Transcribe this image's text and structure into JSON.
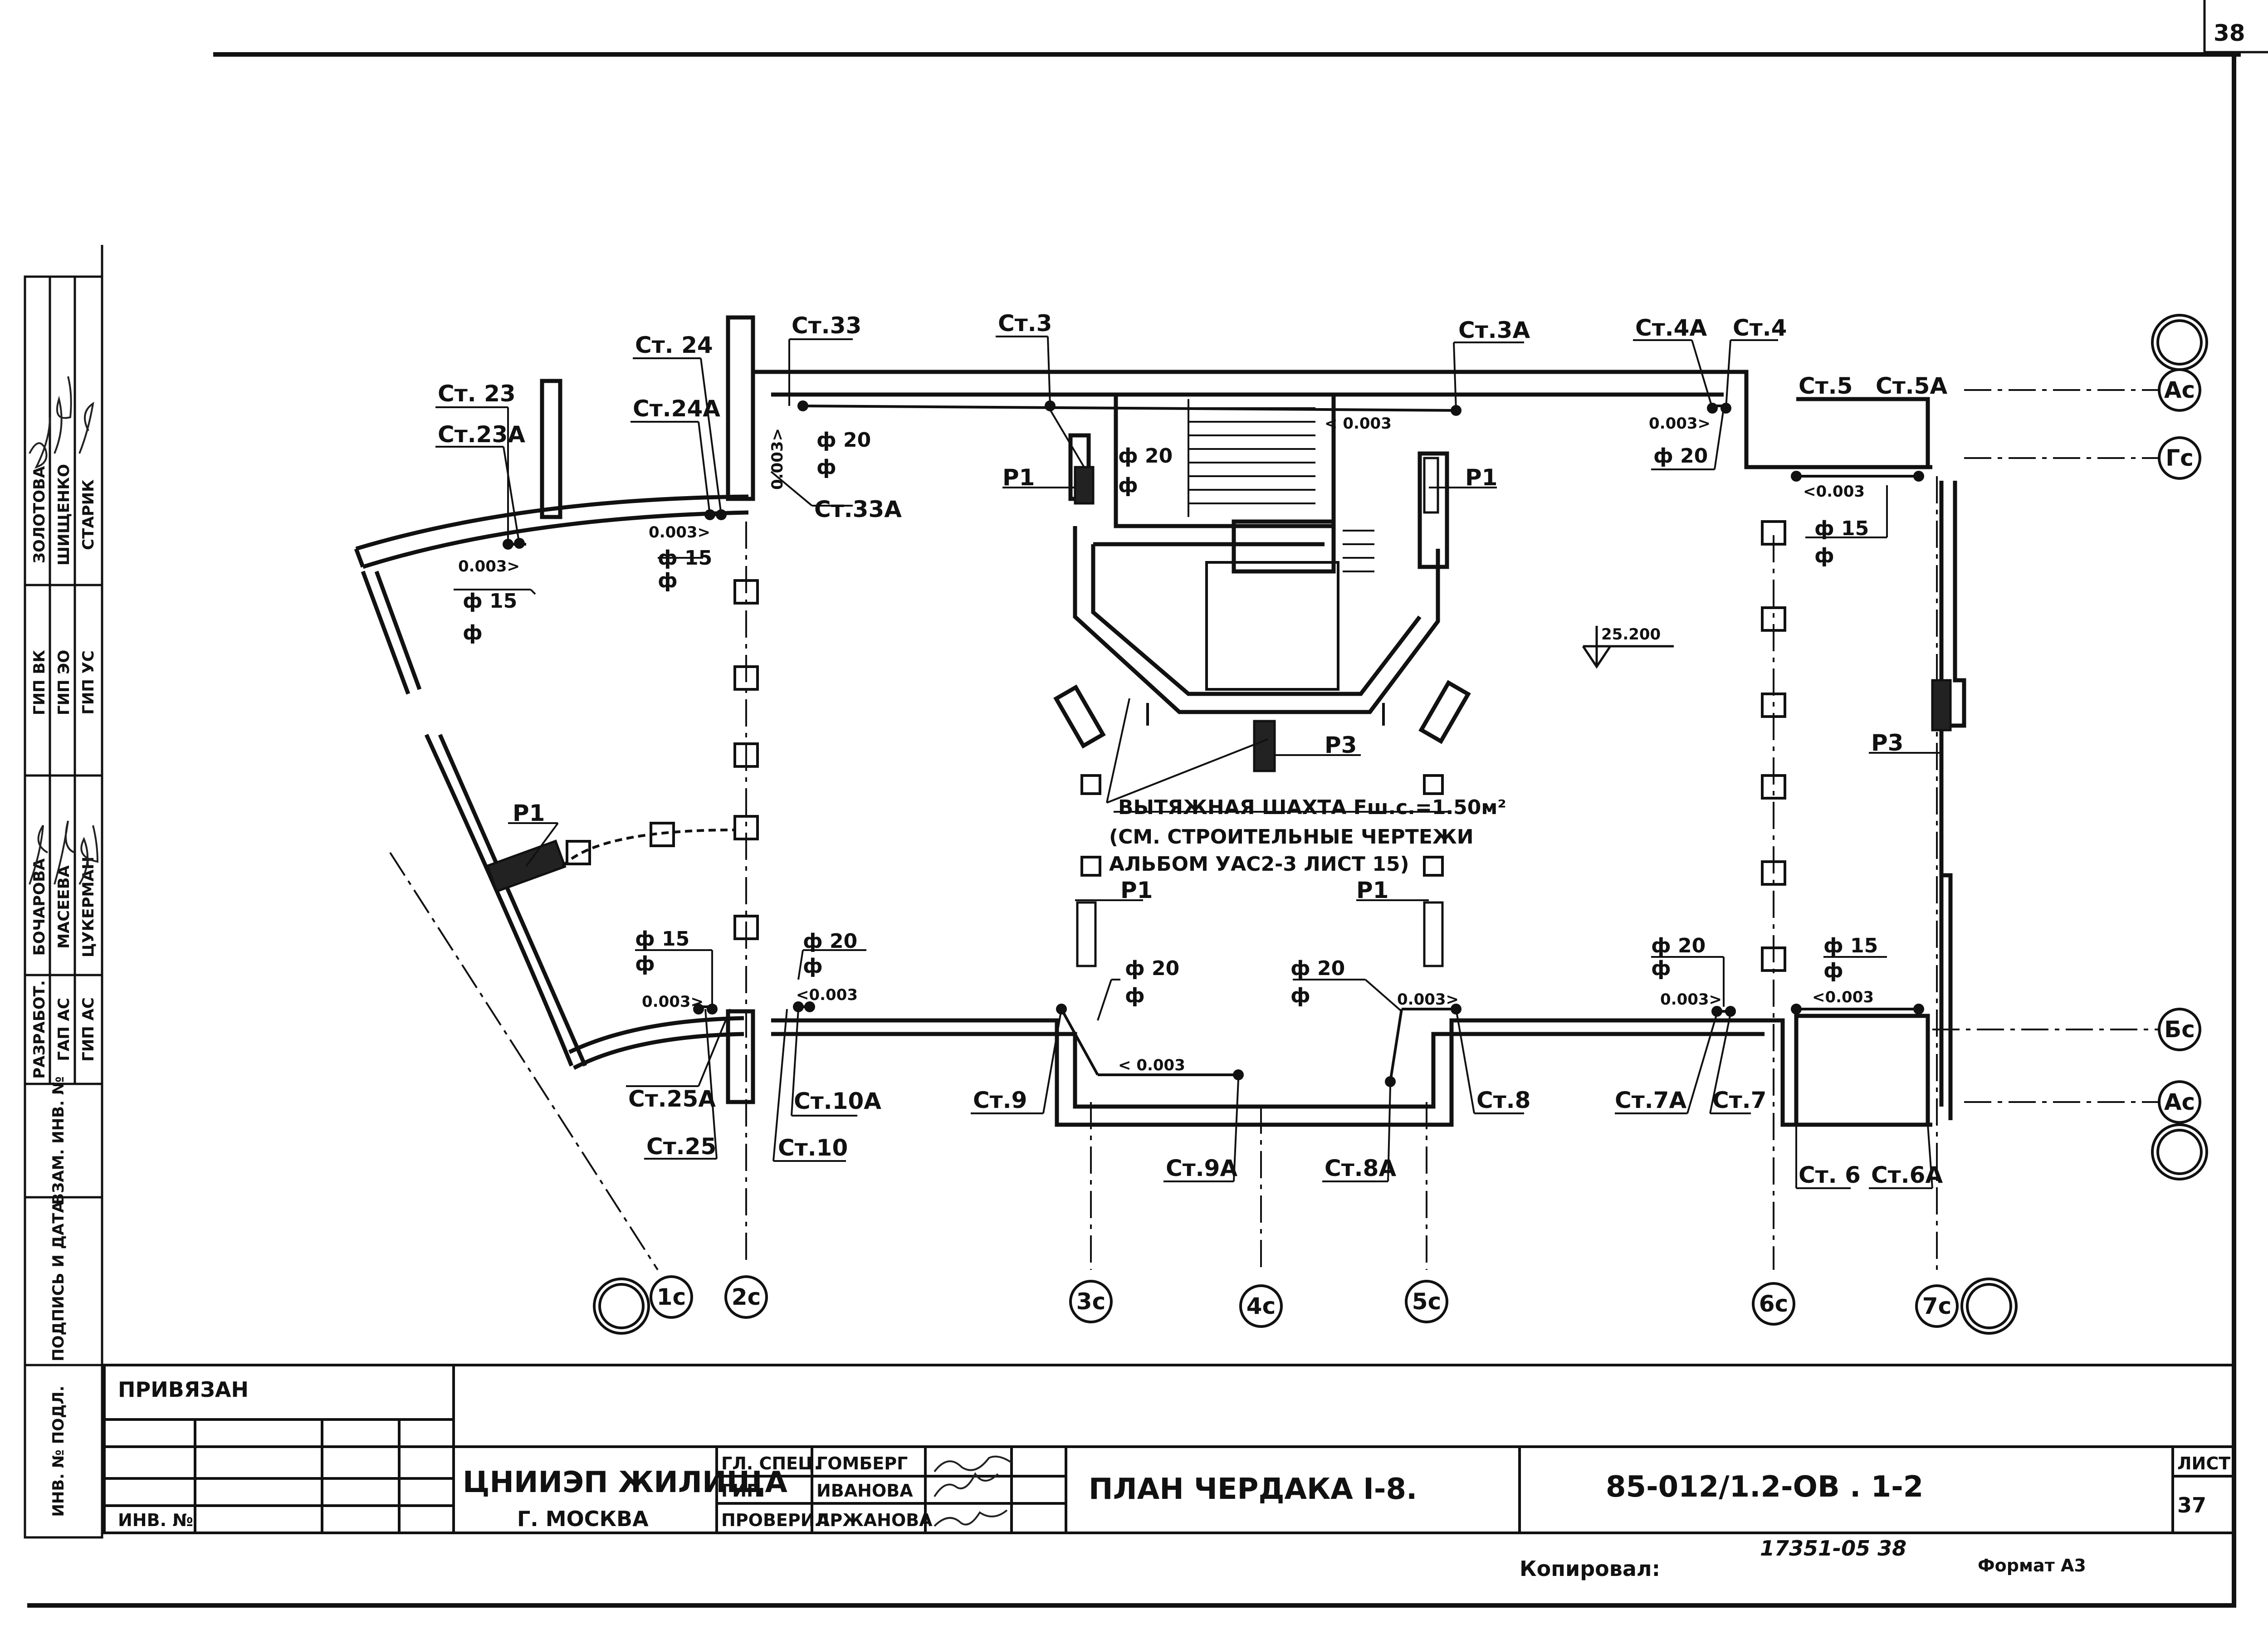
{
  "sheet_number_top": "38",
  "risers": {
    "st23": "Ст. 23",
    "st23a": "Ст.23А",
    "st24": "Ст. 24",
    "st24a": "Ст.24А",
    "st33": "Ст.33",
    "st33a": "Ст.33А",
    "st3": "Ст.3",
    "st3a": "Ст.3А",
    "st4a": "Ст.4А",
    "st4": "Ст.4",
    "st5": "Ст.5",
    "st5a": "Ст.5А",
    "st25a": "Ст.25А",
    "st25": "Ст.25",
    "st10a": "Ст.10А",
    "st10": "Ст.10",
    "st9": "Ст.9",
    "st9a": "Ст.9А",
    "st8a": "Ст.8А",
    "st8": "Ст.8",
    "st7a": "Ст.7А",
    "st7": "Ст.7",
    "st6": "Ст. 6",
    "st6a": "Ст.6А"
  },
  "pipe_dims": {
    "d15": "ф 15",
    "d20": "ф 20",
    "phi": "ф"
  },
  "slopes": {
    "s1": "0.003>",
    "s2": "< 0.003",
    "s3": "<0.003"
  },
  "equipment": {
    "p1": "Р1",
    "p3": "Р3"
  },
  "level_mark": "25.200",
  "shaft_note": {
    "line1": "ВЫТЯЖНАЯ ШАХТА  Fш.с.=1.50м²",
    "line2": "(СМ. СТРОИТЕЛЬНЫЕ  ЧЕРТЕЖИ",
    "line3": "АЛЬБОМ  УАС2-3 ЛИСТ 15)"
  },
  "axes": {
    "a1c": "1с",
    "a2c": "2с",
    "a3c": "3с",
    "a4c": "4с",
    "a5c": "5с",
    "a6c": "6с",
    "a7c": "7с",
    "ac_top": "Ас",
    "gc": "Гс",
    "bc": "Бс",
    "ac_bottom": "Ас"
  },
  "left_stamp": {
    "roles": [
      "ГИП ВК",
      "ГИП ЭО",
      "ГИП УС",
      "РАЗРАБОТ.",
      "ГАП АС",
      "ГИП АС"
    ],
    "names": [
      "ЗОЛОТОВА",
      "ШИЩЕНКО",
      "СТАРИК",
      "БОЧАРОВА",
      "МАСЕЕВА",
      "ЦУКЕРМАН"
    ],
    "fields": [
      "ВЗАМ. ИНВ. №",
      "ПОДПИСЬ И ДАТА",
      "ИНВ. № ПОДЛ."
    ]
  },
  "title_block": {
    "privyazan": "ПРИВЯЗАН",
    "inv": "ИНВ. №",
    "org_line1": "ЦНИИЭП ЖИЛИЩА",
    "org_line2": "Г. МОСКВА",
    "roles": [
      "ГЛ. СПЕЦ.",
      "ГИП",
      "ПРОВЕРИЛ"
    ],
    "names": [
      "ГОМБЕРГ",
      "ИВАНОВА",
      "АРЖАНОВА"
    ],
    "drawing_title": "ПЛАН  ЧЕРДАКА   I-8.",
    "code": "85-012/1.2-ОВ . 1-2",
    "sheet_label": "ЛИСТ",
    "sheet_no": "37"
  },
  "footer": {
    "stamp": "17351-05    38",
    "copy": "Копировал:",
    "format": "Формат А3"
  }
}
